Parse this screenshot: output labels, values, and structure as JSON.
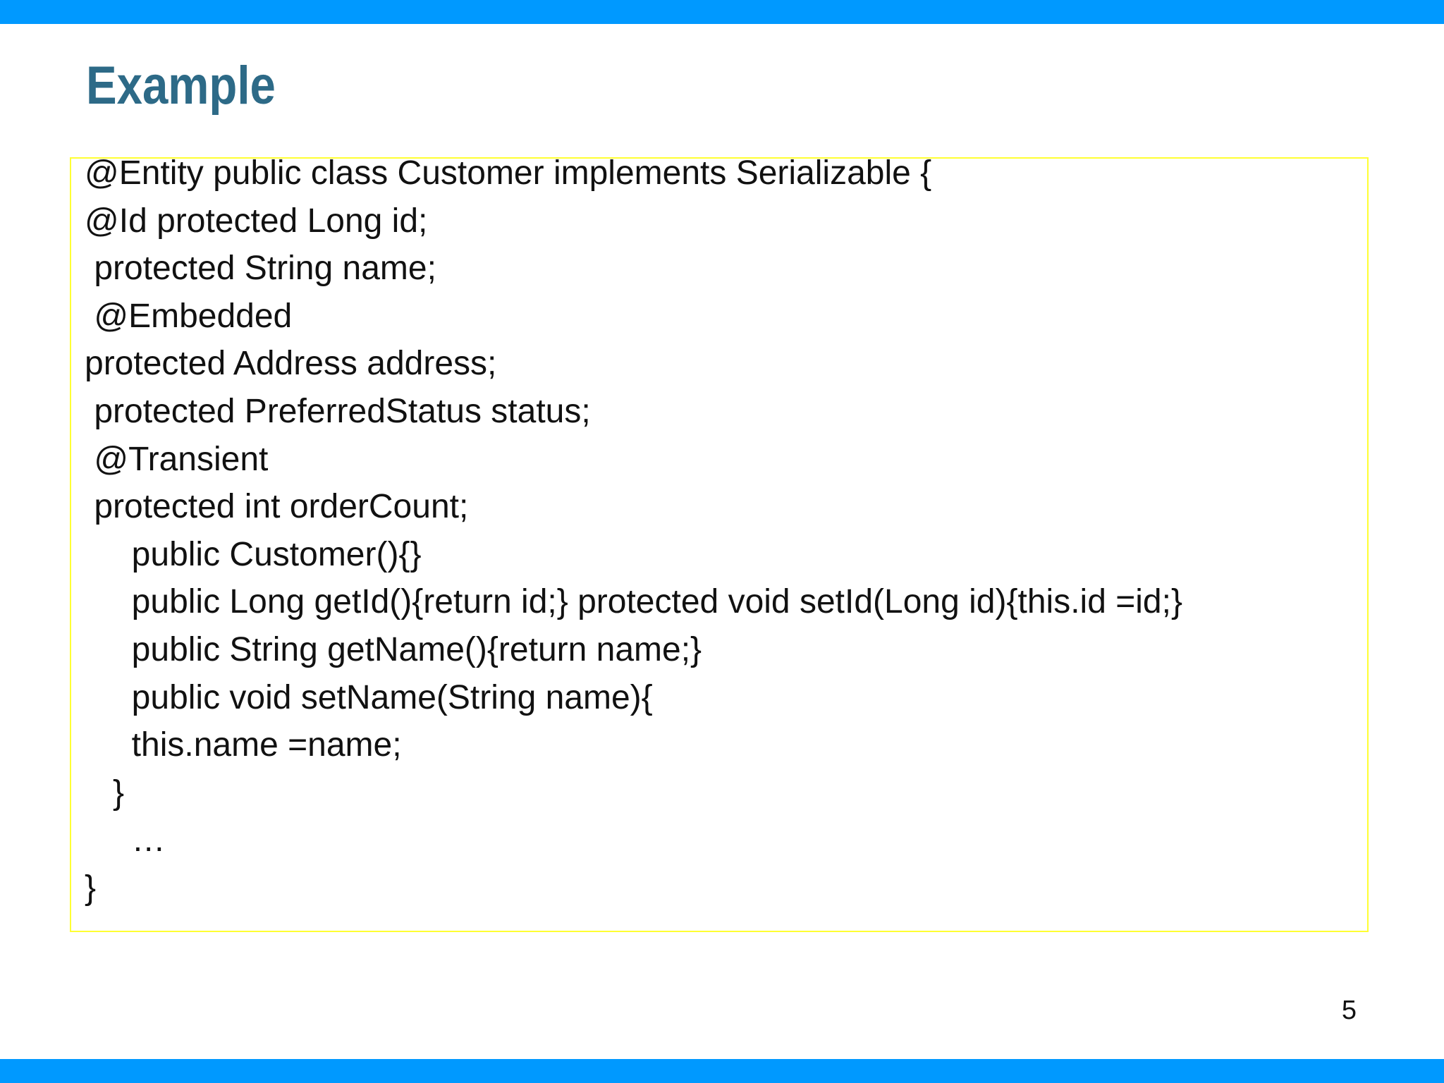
{
  "slide": {
    "title": "Example",
    "page_number": "5",
    "code_lines": [
      "@Entity public class Customer implements Serializable {",
      "@Id protected Long id;",
      " protected String name;",
      " @Embedded",
      "protected Address address;",
      " protected PreferredStatus status;",
      " @Transient",
      " protected int orderCount;",
      "     public Customer(){}",
      "     public Long getId(){return id;} protected void setId(Long id){this.id =id;}",
      "     public String getName(){return name;}",
      "     public void setName(String name){",
      "     this.name =name;",
      "   }",
      "     …",
      "}"
    ]
  },
  "colors": {
    "accent_bar": "#0099ff",
    "title": "#2d6a87",
    "code_box_border": "#ffff33",
    "text": "#111111"
  }
}
